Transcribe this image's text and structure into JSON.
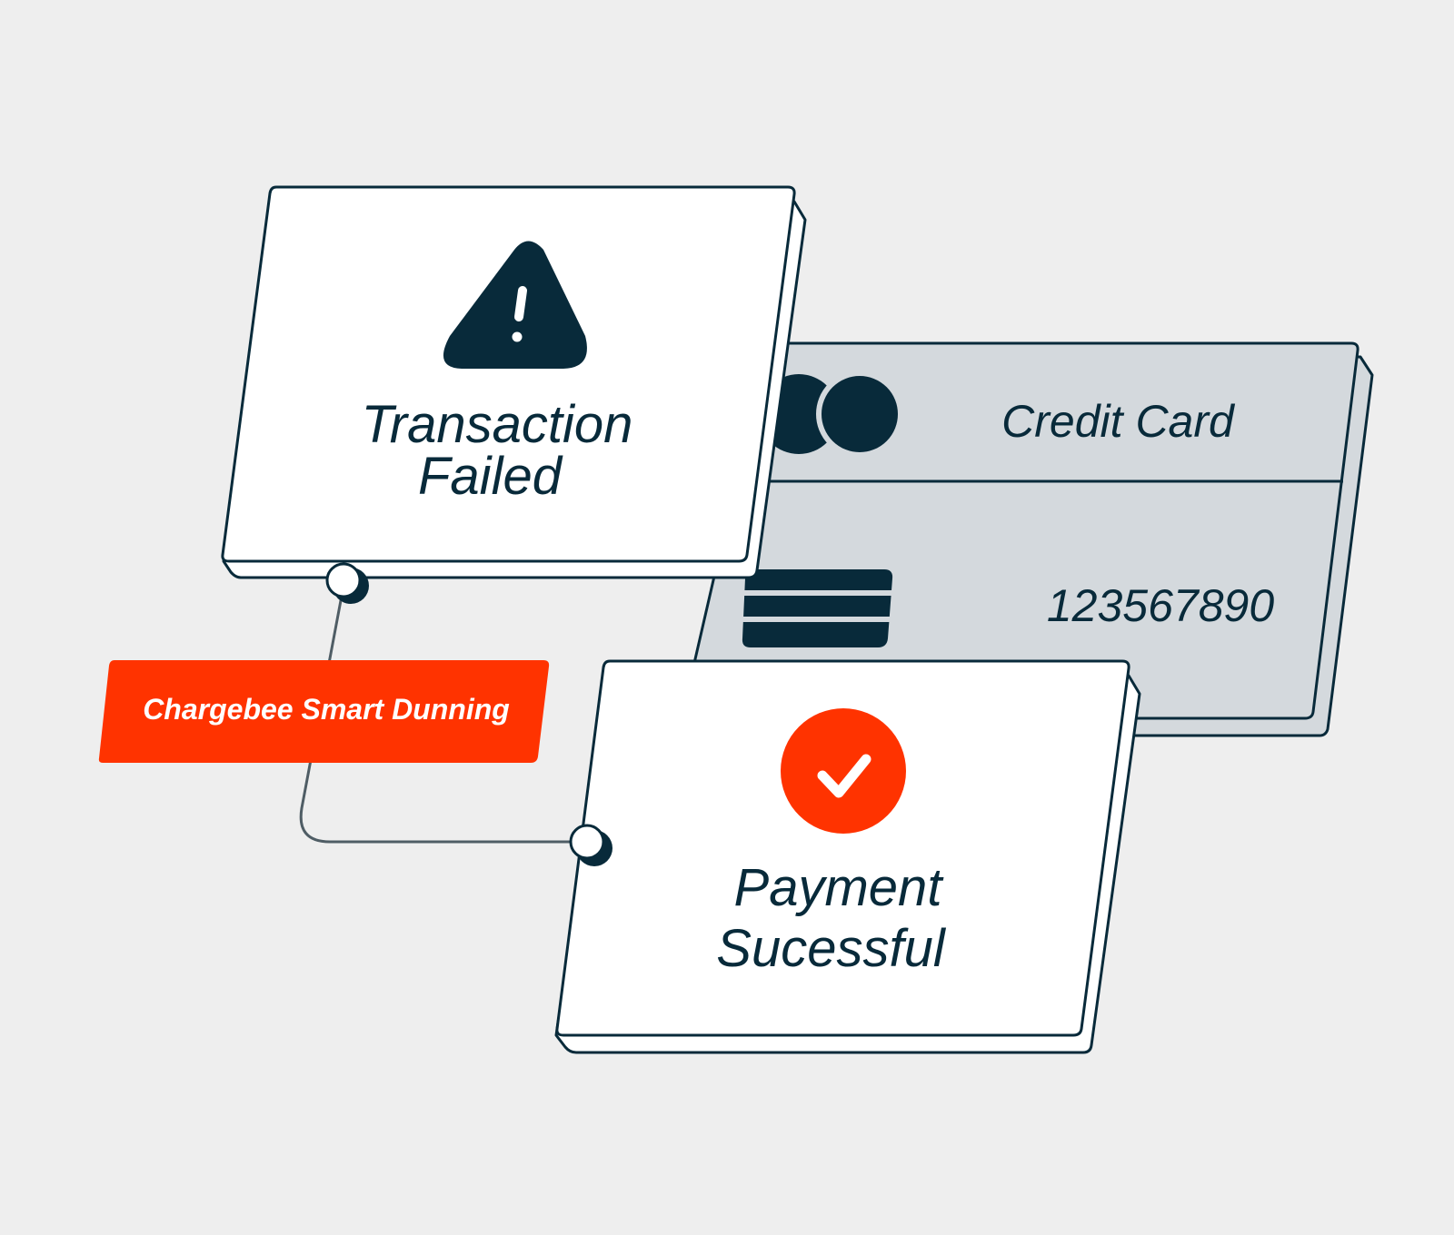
{
  "cards": {
    "failed": {
      "line1": "Transaction",
      "line2": "Failed",
      "icon": "warning-triangle-icon"
    },
    "credit": {
      "title": "Credit Card",
      "number": "123567890",
      "icons": [
        "card-brand-circles-icon",
        "card-chip-icon"
      ]
    },
    "success": {
      "line1": "Payment",
      "line2": "Sucessful",
      "icon": "checkmark-circle-icon"
    }
  },
  "badge": {
    "label": "Chargebee Smart Dunning"
  },
  "colors": {
    "background": "#eeeeee",
    "ink": "#082a3a",
    "card": "#ffffff",
    "credit_card": "#d4d9dd",
    "accent": "#ff3300",
    "connector": "#4f5d65"
  }
}
